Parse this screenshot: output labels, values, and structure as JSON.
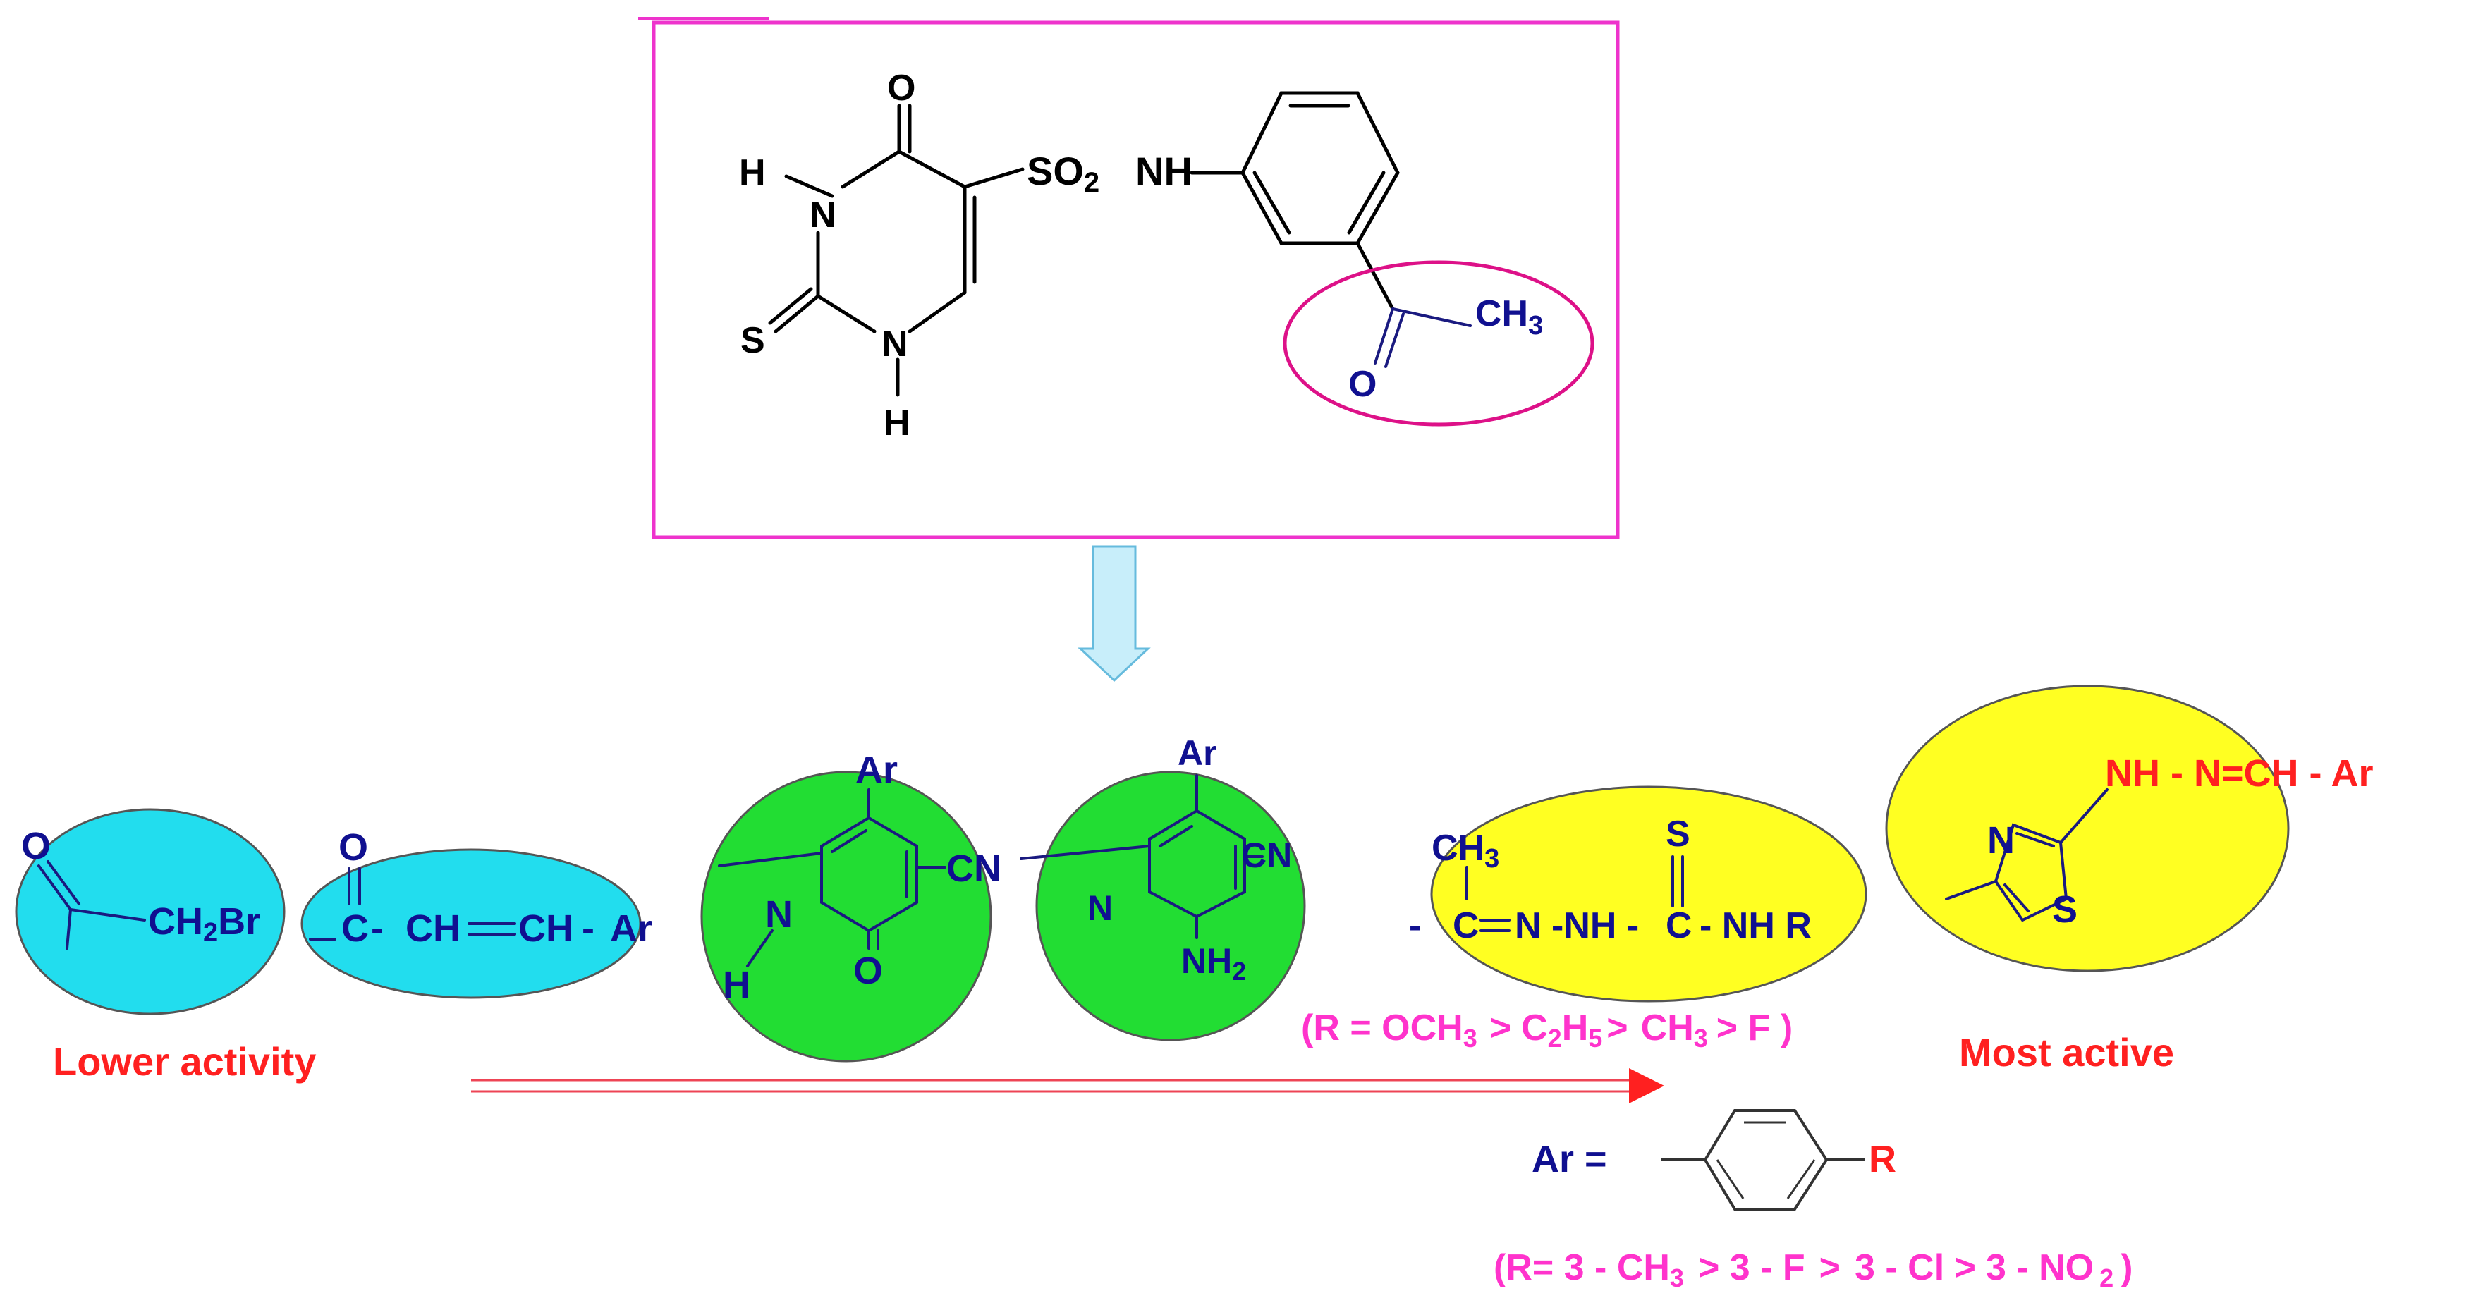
{
  "lead": {
    "sulfonyl": "SO",
    "sulfonyl_sub": "2",
    "linker_nh": "NH",
    "carbonyl_o": "O",
    "methyl": "CH",
    "methyl_sub": "3",
    "ring_o": "O",
    "ring_s": "S",
    "n1": "N",
    "n3": "N",
    "h1": "H",
    "h3": "H"
  },
  "groups": {
    "bromoacetyl": {
      "o": "O",
      "ch": "CH",
      "sub": "2",
      "br": "Br"
    },
    "chalcone": {
      "o": "O",
      "c": "C",
      "ch1": "CH",
      "ch2": "CH",
      "ar": "Ar"
    },
    "pyridone": {
      "ar": "Ar",
      "cn": "CN",
      "n": "N",
      "h": "H",
      "o": "O"
    },
    "aminopyridine": {
      "ar": "Ar",
      "cn": "CN",
      "n": "N",
      "nh": "NH",
      "nh_sub": "2"
    },
    "thiosemicarbazone": {
      "ch": "CH",
      "ch_sub": "3",
      "s": "S",
      "chain": "C",
      "chain2": "N -NH -",
      "c2": "C",
      "nhr": "- NH R",
      "lead_dash": "-"
    },
    "thiazole": {
      "n": "N",
      "s": "S",
      "chain": "NH - N=CH - Ar"
    }
  },
  "r_series_1": [
    "(R = OCH",
    "3",
    ">",
    "C",
    "2",
    "H",
    "5",
    ">",
    "CH",
    "3",
    "> F )"
  ],
  "labels": {
    "lower": "Lower activity",
    "most": "Most active"
  },
  "ar_def": {
    "ar": "Ar =",
    "r": "R"
  },
  "r_series_2": [
    "(R= 3 - CH",
    "3",
    "> 3 - F",
    ">",
    "3 - Cl >",
    "3 - NO",
    "2",
    ")"
  ],
  "colors": {
    "box": "#ee33cc",
    "cyan": "#22ddee",
    "green": "#22dd33",
    "yellow": "#ffff22",
    "pink_text": "#ff33cc",
    "red_text": "#ff2020",
    "navy_text": "#101090",
    "arrow_fill": "#c8eefa"
  }
}
